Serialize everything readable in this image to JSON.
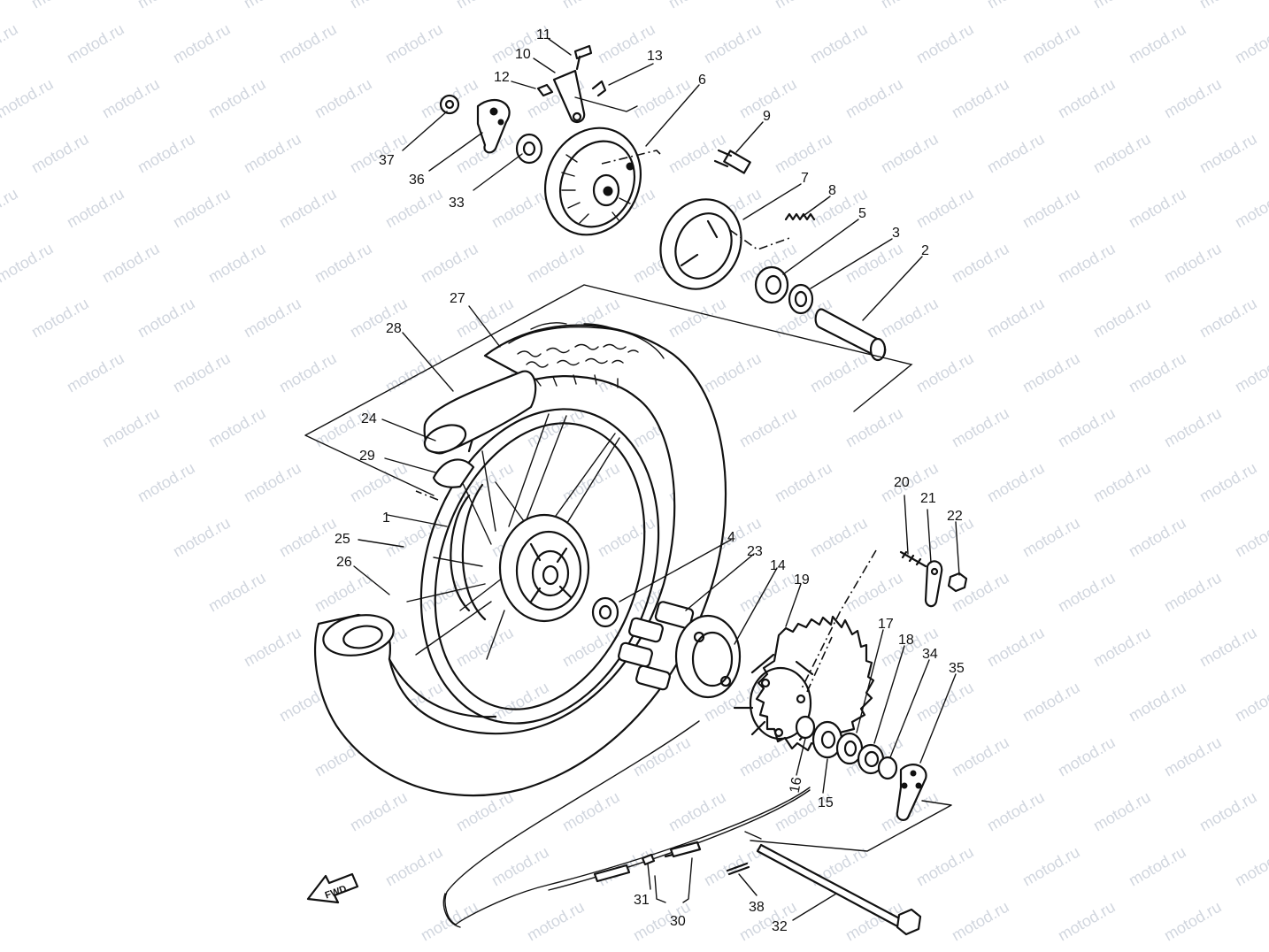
{
  "watermark": "motod.ru",
  "fwd_label": "FWD",
  "labels": {
    "p1": "1",
    "p2": "2",
    "p3": "3",
    "p4": "4",
    "p5": "5",
    "p6": "6",
    "p7": "7",
    "p8": "8",
    "p9": "9",
    "p10": "10",
    "p11": "11",
    "p12": "12",
    "p13": "13",
    "p14": "14",
    "p15": "15",
    "p16": "16",
    "p17": "17",
    "p18": "18",
    "p19": "19",
    "p20": "20",
    "p21": "21",
    "p22": "22",
    "p23": "23",
    "p24": "24",
    "p25": "25",
    "p26": "26",
    "p27": "27",
    "p28": "28",
    "p29": "29",
    "p30": "30",
    "p31": "31",
    "p32": "32",
    "p33": "33",
    "p34": "34",
    "p35": "35",
    "p36": "36",
    "p37": "37",
    "p38": "38"
  }
}
